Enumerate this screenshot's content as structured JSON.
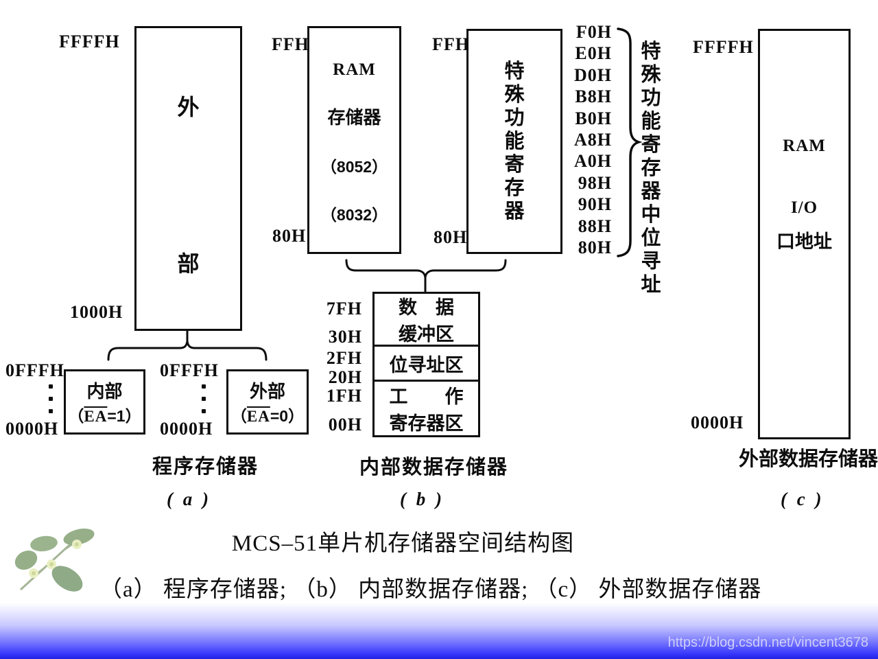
{
  "program_memory": {
    "top_address": "FFFFH",
    "split_address": "1000H",
    "external_box": {
      "line1": "外",
      "line2": "部"
    },
    "internal_small_box": {
      "top": "0FFFH",
      "bottom": "0000H",
      "name": "内部",
      "ea_open": "（",
      "ea": "EA",
      "ea_close": "=1）"
    },
    "external_small_box": {
      "top": "0FFFH",
      "bottom": "0000H",
      "name": "外部",
      "ea_open": "（",
      "ea": "EA",
      "ea_close": "=0）"
    },
    "title": "程序存储器",
    "tag": "( a )"
  },
  "internal_data_memory": {
    "ram_box": {
      "top": "FFH",
      "bottom": "80H",
      "lines": [
        "RAM",
        "存储器",
        "（8052）",
        "（8032）"
      ]
    },
    "sfr_box": {
      "top": "FFH",
      "bottom": "80H",
      "vertical_label": "特殊功能寄存器"
    },
    "sfr_addresses": [
      "F0H",
      "E0H",
      "D0H",
      "B8H",
      "B0H",
      "A8H",
      "A0H",
      "98H",
      "90H",
      "88H",
      "80H"
    ],
    "sfr_brace_note": "特殊功能寄存器中位寻址",
    "stack": {
      "labels": [
        "7FH",
        "30H",
        "2FH",
        "20H",
        "1FH",
        "00H"
      ],
      "cells": [
        {
          "line1": "数　据",
          "line2": "缓冲区"
        },
        {
          "line1": "位寻址区"
        },
        {
          "line1": "工　　作",
          "line2": "寄存器区"
        }
      ]
    },
    "title": "内部数据存储器",
    "tag": "( b )"
  },
  "external_data_memory": {
    "top_address": "FFFFH",
    "bottom_address": "0000H",
    "lines": [
      "RAM",
      "I/O",
      "口地址"
    ],
    "title": "外部数据存储器",
    "tag": "( c )"
  },
  "caption": {
    "title": "MCS–51单片机存储器空间结构图",
    "subtitle": "（a） 程序存储器;  （b） 内部数据存储器;  （c） 外部数据存储器"
  },
  "watermark": "https://blog.csdn.net/vincent3678"
}
